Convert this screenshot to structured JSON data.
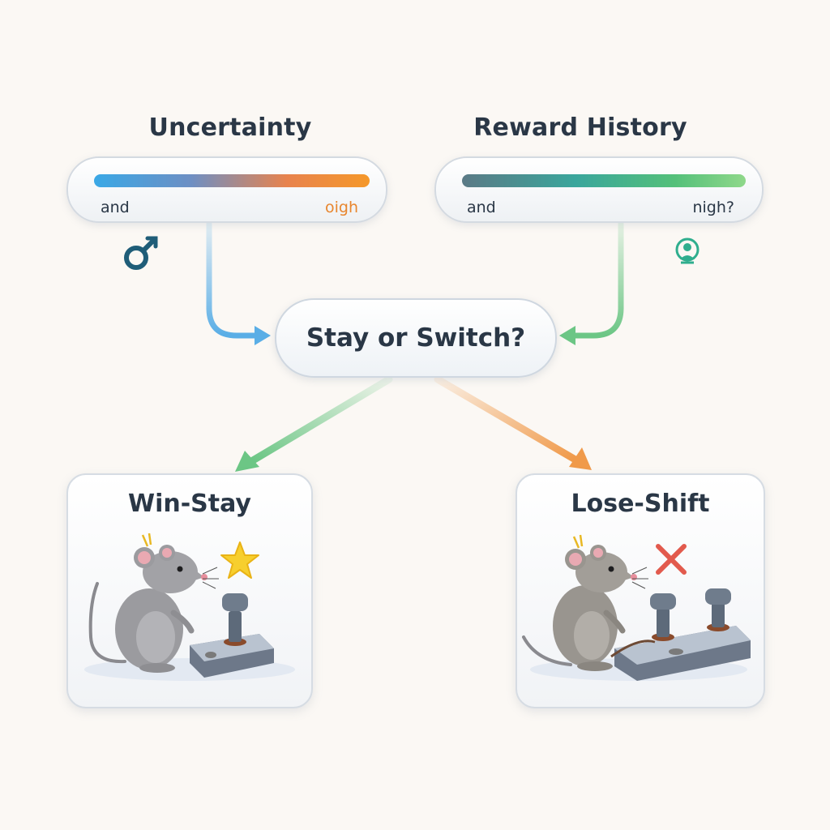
{
  "uncertainty": {
    "title": "Uncertainty",
    "low_label": "and",
    "high_label": "oigh",
    "icon": "male-symbol-icon"
  },
  "reward_history": {
    "title": "Reward History",
    "low_label": "and",
    "high_label": "nigh?",
    "icon": "person-badge-icon"
  },
  "decision": {
    "label": "Stay or Switch?"
  },
  "win_stay": {
    "title": "Win-Stay",
    "icon": "star-icon"
  },
  "lose_shift": {
    "title": "Lose-Shift",
    "icon": "cross-icon"
  },
  "colors": {
    "uncertainty_low": "#3aa8e6",
    "uncertainty_high": "#f5982a",
    "reward_low": "#5b7a86",
    "reward_high": "#8fd88a",
    "arrow_blue": "#5aaee6",
    "arrow_green": "#6cc685",
    "arrow_orange": "#f09a4a"
  }
}
